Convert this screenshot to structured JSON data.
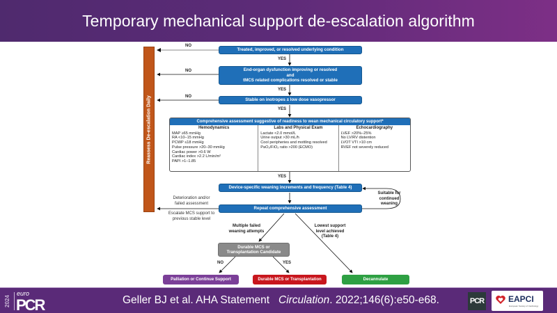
{
  "header": {
    "title": "Temporary mechanical support de-escalation algorithm"
  },
  "diagram": {
    "side_bar": "Reassess De-escalation Daily",
    "yes": "YES",
    "no": "NO",
    "steps": {
      "s1": "Treated, improved, or resolved underlying condition",
      "s2_line1": "End-organ dysfunction improving or resolved",
      "s2_line2": "and",
      "s2_line3": "tMCS related complications resolved or stable",
      "s3": "Stable on inotropes ± low dose vasopressor",
      "s5": "Device-specific weaning increments and frequency  (Table 4)",
      "s6": "Repeat comprehensive assessment",
      "candidate_line1": "Durable MCS or",
      "candidate_line2": "Transplantation Candidate"
    },
    "assessment": {
      "title": "Comprehensive assessment suggestive of readiness to wean mechanical circulatory support*",
      "columns": [
        {
          "title": "Hemodynamics",
          "items": [
            "MAP ≥65 mmHg",
            "RA <10–15 mmHg",
            "PCWP ≤18 mmHg",
            "Pulse pressure >20–30 mmHg",
            "Cardiac power >0.6 W",
            "Cardiac index >2.2 L/min/m²",
            "PAPI >1–1.85"
          ]
        },
        {
          "title": "Labs and Physical Exam",
          "items": [
            "Lactate <2.0 mmol/L",
            "Urine output >30 mL/h",
            "Cool peripheries and mottling resolved",
            "PaO₂/FiO₂ ratio >200 (ECMO)"
          ]
        },
        {
          "title": "Echocardiography",
          "items": [
            "LVEF >20%–25%",
            "No LV/RV distention",
            "LVOT VTI >10 cm",
            "RVEF not severely reduced"
          ]
        }
      ]
    },
    "notes": {
      "suitable_line1": "Suitable for",
      "suitable_line2": "continued",
      "suitable_line3": "weaning",
      "deterioration_line1": "Deterioration and/or",
      "deterioration_line2": "failed assessment",
      "escalate_line1": "Escalate MCS support to",
      "escalate_line2": "previous stable level",
      "multiple_line1": "Multiple failed",
      "multiple_line2": "weaning attempts",
      "lowest_line1": "Lowest support",
      "lowest_line2": "level achieved",
      "lowest_line3": "(Table 4)"
    },
    "outcomes": {
      "palliation": "Palliation or Continue Support",
      "durable": "Durable MCS or Transplantation",
      "decannulate": "Decannulate"
    },
    "colors": {
      "step_blue": "#1f6fb8",
      "side_orange": "#c0561a",
      "candidate_gray": "#8a8a8a",
      "palliation_purple": "#7b3f98",
      "durable_red": "#c8161d",
      "decannulate_green": "#2ea043"
    }
  },
  "footer": {
    "logo_year": "2024",
    "logo_euro": "euro",
    "logo_pcr": "PCR",
    "citation_authors": "Geller BJ et al.  AHA Statement",
    "citation_journal": "Circulation",
    "citation_ref": ". 2022;146(6):e50-e68.",
    "pcr_badge": "PCR",
    "eapci_text": "EAPCI",
    "eapci_sub": "European Society of Cardiology"
  }
}
